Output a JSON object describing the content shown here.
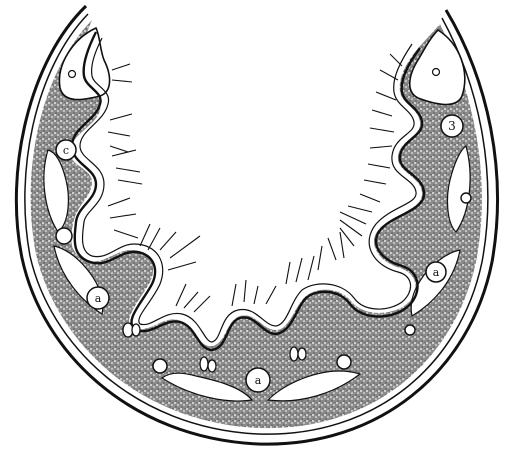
{
  "figure": {
    "kind": "engraved cross-section illustration",
    "colors": {
      "background": "#ffffff",
      "ink": "#111111",
      "stipple": "#6e6e6e",
      "stipple_light": "#a0a0a0"
    },
    "markers": [
      {
        "glyph": ""
      },
      {
        "glyph": "c"
      },
      {
        "glyph": ""
      },
      {
        "glyph": "a"
      },
      {
        "glyph": ""
      },
      {
        "glyph": "a"
      },
      {
        "glyph": ""
      },
      {
        "glyph": ""
      },
      {
        "glyph": "a"
      },
      {
        "glyph": ""
      },
      {
        "glyph": "3"
      },
      {
        "glyph": ""
      }
    ]
  }
}
